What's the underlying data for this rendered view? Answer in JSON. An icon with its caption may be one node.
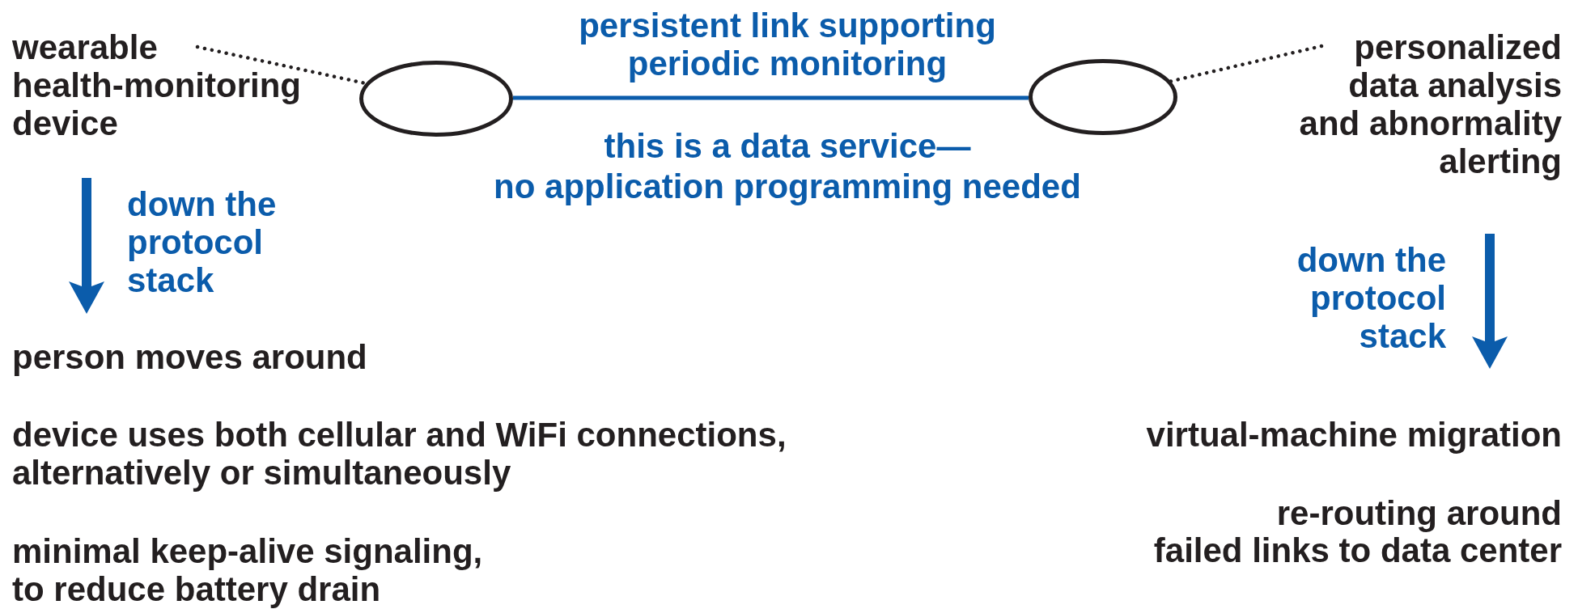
{
  "diagram": {
    "nodes": [
      {
        "text": [
          "wearable health-monitoring device"
        ]
      },
      {
        "text": [],
        "shape": "ellipse"
      },
      {
        "text": [],
        "shape": "ellipse"
      },
      {
        "text": [
          "personalized data analysis and abnormality alerting"
        ]
      }
    ],
    "edges": [
      {
        "from": 0,
        "to": 1,
        "arrow": "none",
        "style": "dashed"
      },
      {
        "from": 1,
        "to": 2,
        "arrow": "none",
        "label": "persistent link supporting periodic monitoring",
        "color": "#0b5cab"
      },
      {
        "from": 3,
        "to": 2,
        "arrow": "none",
        "style": "dashed"
      }
    ],
    "labels": [
      "this is a data service—",
      "no application programming needed",
      "down the protocol stack",
      "down the protocol stack",
      "person moves around",
      "device uses both cellular and WiFi connections, alternatively or simultaneously",
      "virtual-machine migration",
      "re-routing around",
      "failed links to data center",
      "minimal keep-alive signaling, to reduce battery drain"
    ]
  }
}
